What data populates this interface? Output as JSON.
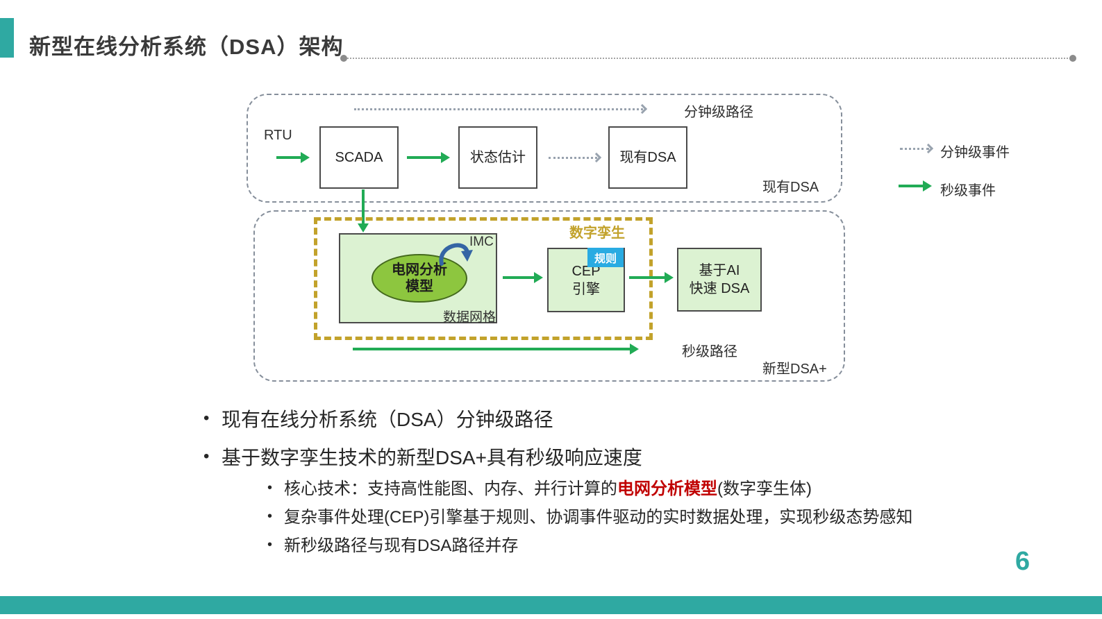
{
  "slide": {
    "title": "新型在线分析系统（DSA）架构",
    "page_number": "6"
  },
  "legend": {
    "items": [
      {
        "label": "分钟级事件",
        "arrow_style": "dotted-gray"
      },
      {
        "label": "秒级事件",
        "arrow_style": "solid-green"
      }
    ]
  },
  "diagram": {
    "existing": {
      "group_label": "现有DSA",
      "path_label": "分钟级路径",
      "input_label": "RTU",
      "nodes": [
        {
          "label": "SCADA"
        },
        {
          "label": "状态估计"
        },
        {
          "label": "现有DSA"
        }
      ]
    },
    "new": {
      "group_label": "新型DSA+",
      "path_label": "秒级路径",
      "digital_twin_label": "数字孪生",
      "data_grid": {
        "label": "数据网格",
        "model_line1": "电网分析",
        "model_line2": "模型",
        "imc_label": "IMC"
      },
      "cep": {
        "line1": "CEP",
        "line2": "引擎",
        "tag": "规则"
      },
      "ai": {
        "line1": "基于AI",
        "line2": "快速 DSA"
      }
    }
  },
  "bullets": {
    "item1": "现有在线分析系统（DSA）分钟级路径",
    "item2": "基于数字孪生技术的新型DSA+具有秒级响应速度",
    "sub1_pre": "核心技术：支持高性能图、内存、并行计算的",
    "sub1_highlight": "电网分析模型",
    "sub1_post": "(数字孪生体)",
    "sub2": "复杂事件处理(CEP)引擎基于规则、协调事件驱动的实时数据处理，实现秒级态势感知",
    "sub3": "新秒级路径与现有DSA路径并存"
  },
  "colors": {
    "accent_teal": "#2fa9a2",
    "event_green": "#21ab55",
    "digital_twin_gold": "#c2a22b",
    "rule_tag_blue": "#29abe2",
    "imc_arrow_blue": "#3465a4",
    "highlight_red": "#c00000",
    "node_green_fill": "#dcf2d2",
    "model_ellipse_green": "#8dc63f"
  }
}
